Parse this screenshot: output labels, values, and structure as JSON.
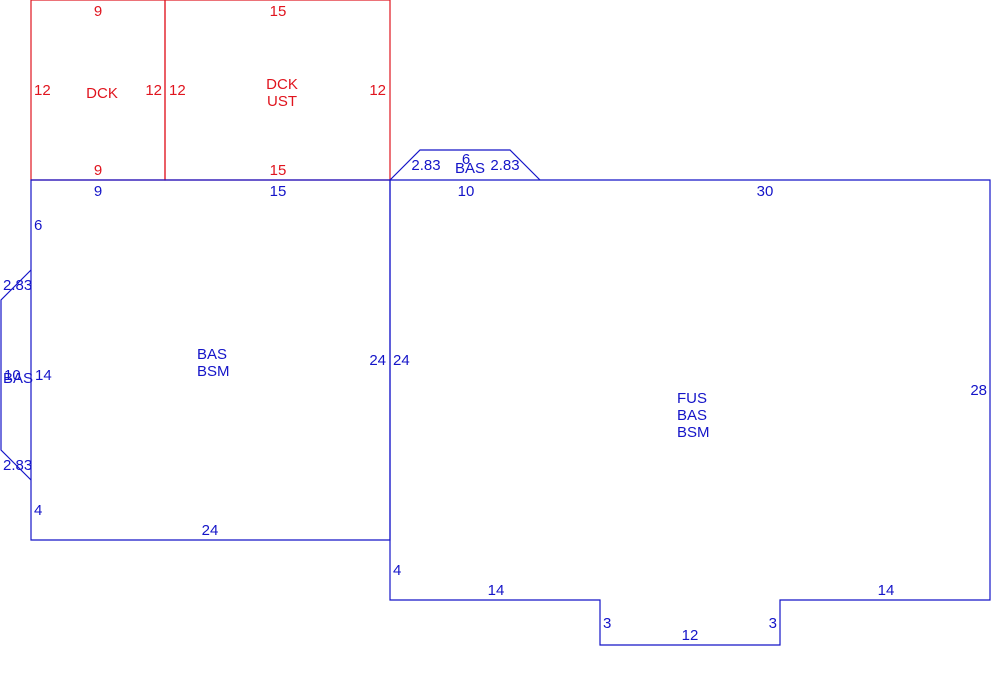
{
  "colors": {
    "deck": "#e0141e",
    "house": "#1414c8",
    "background": "#ffffff"
  },
  "deck_left": {
    "area_label": "DCK",
    "dim_top": "9",
    "dim_bottom": "9",
    "dim_left": "12",
    "dim_right": "12"
  },
  "deck_right": {
    "area_line1": "DCK",
    "area_line2": "UST",
    "dim_top": "15",
    "dim_bottom": "15",
    "dim_left": "12",
    "dim_right": "12"
  },
  "bay_top": {
    "area_label": "BAS",
    "dim_left": "2.83",
    "dim_top": "6",
    "dim_right": "2.83"
  },
  "bay_left": {
    "area_label": "BAS",
    "overlap_label": "10",
    "dim_top": "2.83",
    "dim_bottom": "2.83"
  },
  "wing_left": {
    "area_line1": "BAS",
    "area_line2": "BSM",
    "dim_top_a": "9",
    "dim_top_b": "15",
    "dim_left_upper": "6",
    "dim_left_mid": "14",
    "dim_left_lower": "4",
    "dim_bottom": "24",
    "dim_right": "24"
  },
  "main": {
    "area_line1": "FUS",
    "area_line2": "BAS",
    "area_line3": "BSM",
    "dim_top_a": "10",
    "dim_top_b": "30",
    "dim_left": "24",
    "dim_left_lower": "4",
    "dim_right": "28",
    "dim_bottom_left": "14",
    "dim_bottom_right": "14",
    "dim_notch_left": "3",
    "dim_notch_right": "3",
    "dim_notch_bottom": "12"
  }
}
